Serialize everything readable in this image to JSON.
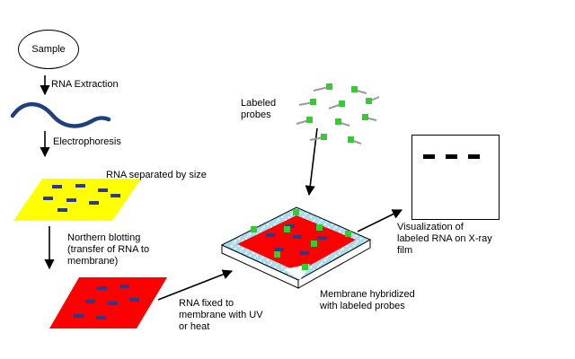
{
  "diagram": {
    "steps": {
      "sample": "Sample",
      "rna_extraction": "RNA Extraction",
      "electrophoresis": "Electrophoresis",
      "rna_separated": "RNA separated by size",
      "northern_blotting": "Northern blotting\n(transfer of RNA to\nmembrane)",
      "rna_fixed": "RNA fixed to\nmembrane with UV\nor heat",
      "labeled_probes": "Labeled\nprobes",
      "membrane_hybridized": "Membrane hybridized\nwith labeled probes",
      "visualization": "Visualization of\nlabeled RNA on X-ray\nfilm"
    },
    "colors": {
      "gel": "#ffff00",
      "membrane": "#ff0000",
      "band": "#2b3a8f",
      "rna_strand": "#1f4080",
      "probe_head": "#33cc33",
      "probe_tail": "#9a9a9a",
      "hybrid_border": "#aadcef",
      "film_fill": "#ffffff",
      "film_band": "#000000",
      "arrow": "#000000"
    }
  }
}
